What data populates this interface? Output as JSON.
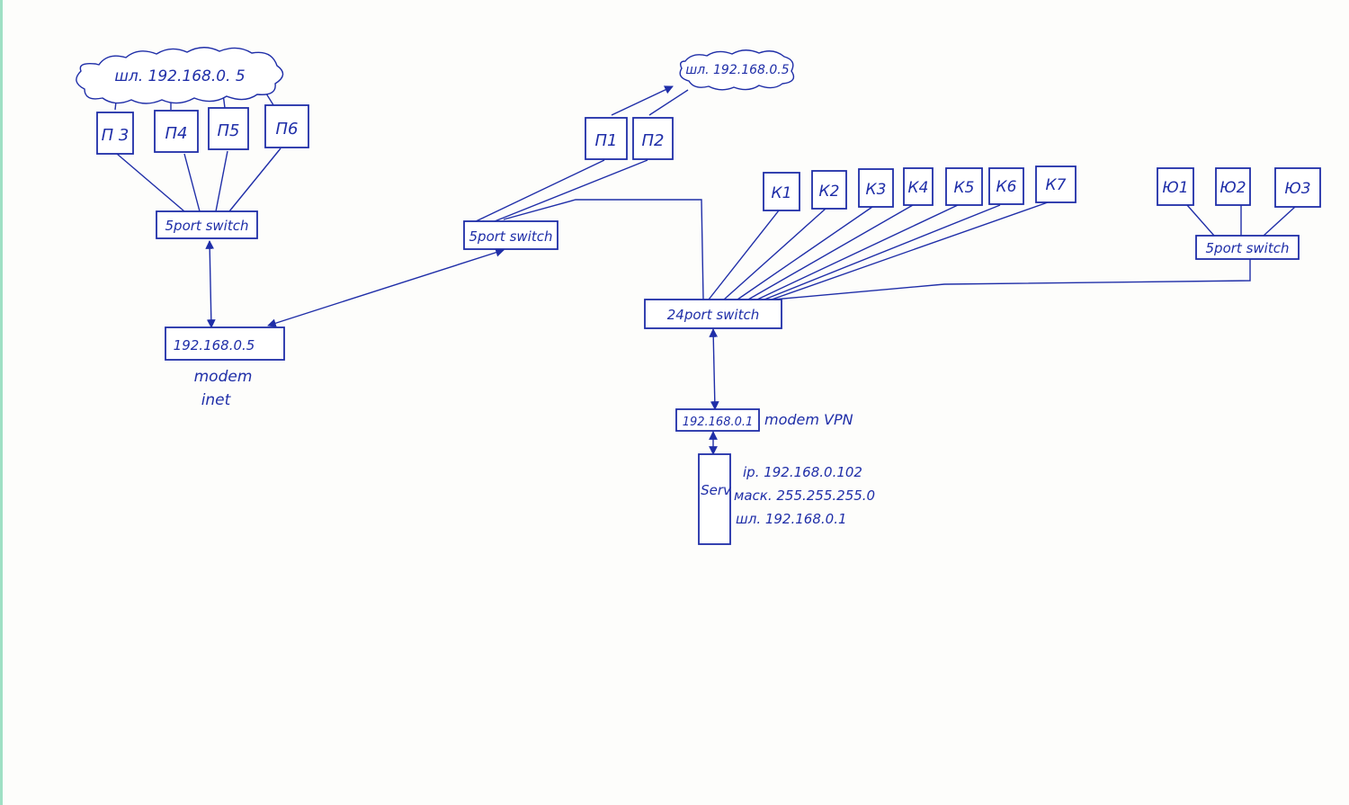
{
  "colors": {
    "ink": "#1f2ea8",
    "paper": "#fdfdfb",
    "edge": "#9fe0c4"
  },
  "clouds": {
    "left": "шл. 192.168.0. 5",
    "right": "шл. 192.168.0.5"
  },
  "nodes": {
    "p3": "П 3",
    "p4": "П4",
    "p5": "П5",
    "p6": "П6",
    "p1": "П1",
    "p2": "П2",
    "k1": "К1",
    "k2": "К2",
    "k3": "К3",
    "k4": "К4",
    "k5": "К5",
    "k6": "К6",
    "k7": "К7",
    "yu1": "Ю1",
    "yu2": "Ю2",
    "yu3": "Ю3",
    "switch_left": "5port switch",
    "switch_mid": "5port switch",
    "switch_right": "5port switch",
    "switch_main": "24port switch",
    "modem_inet_ip": "192.168.0.5",
    "modem_vpn_ip": "192.168.0.1",
    "server": "Serv"
  },
  "labels": {
    "modem_inet_line1": "modem",
    "modem_inet_line2": "inet",
    "modem_vpn": "modem VPN",
    "server_ip": "ip. 192.168.0.102",
    "server_mask": "маск. 255.255.255.0",
    "server_gw": "шл. 192.168.0.1"
  }
}
